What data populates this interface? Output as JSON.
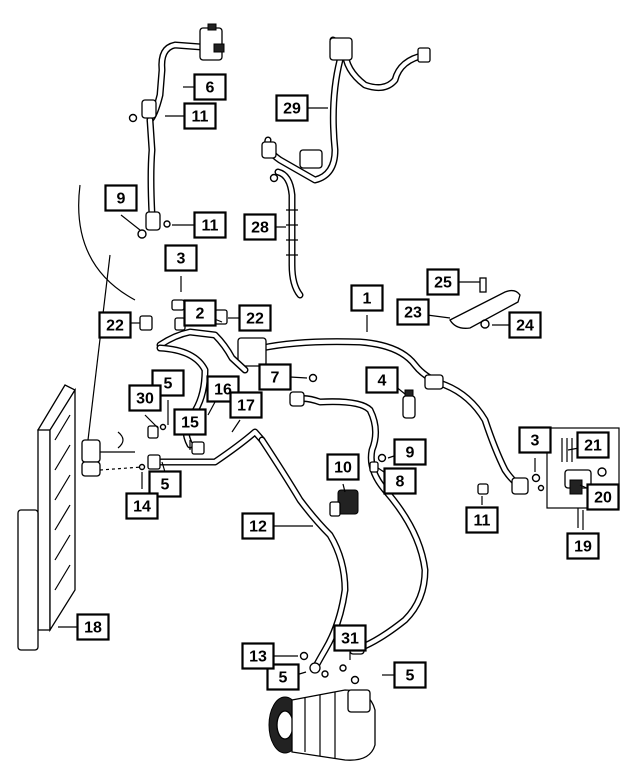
{
  "diagram": {
    "callouts": [
      "1",
      "2",
      "3",
      "3",
      "4",
      "5",
      "5",
      "5",
      "5",
      "6",
      "7",
      "8",
      "9",
      "9",
      "10",
      "11",
      "11",
      "11",
      "12",
      "13",
      "14",
      "15",
      "16",
      "17",
      "18",
      "19",
      "20",
      "21",
      "22",
      "22",
      "23",
      "24",
      "25",
      "28",
      "29",
      "30",
      "31"
    ]
  }
}
